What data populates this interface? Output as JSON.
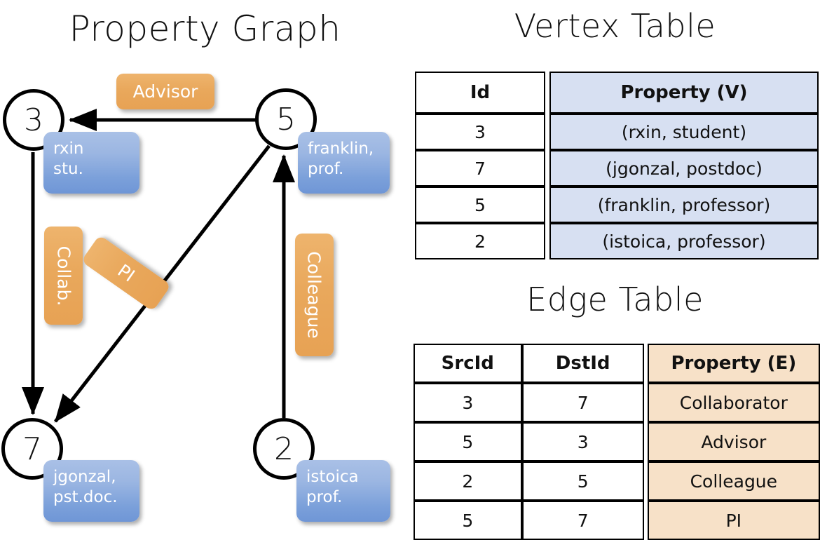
{
  "titles": {
    "graph": "Property Graph",
    "vertex_table": "Vertex Table",
    "edge_table": "Edge Table"
  },
  "graph": {
    "nodes": [
      {
        "id": "3",
        "property": "rxin\nstu.",
        "line1": "rxin",
        "line2": "stu."
      },
      {
        "id": "5",
        "property": "franklin,\nprof.",
        "line1": "franklin,",
        "line2": "prof."
      },
      {
        "id": "7",
        "property": "jgonzal,\npst.doc.",
        "line1": "jgonzal,",
        "line2": "pst.doc."
      },
      {
        "id": "2",
        "property": "istoica\nprof.",
        "line1": "istoica",
        "line2": "prof."
      }
    ],
    "edges": [
      {
        "label": "Advisor",
        "src": "5",
        "dst": "3",
        "orientation": "horizontal"
      },
      {
        "label": "Collab.",
        "src": "3",
        "dst": "7",
        "orientation": "vertical"
      },
      {
        "label": "PI",
        "src": "5",
        "dst": "7",
        "orientation": "diagonal"
      },
      {
        "label": "Colleague",
        "src": "2",
        "dst": "5",
        "orientation": "vertical"
      }
    ]
  },
  "vertex_table": {
    "headers": {
      "id": "Id",
      "property": "Property (V)"
    },
    "rows": [
      {
        "id": "3",
        "property": "(rxin, student)"
      },
      {
        "id": "7",
        "property": "(jgonzal, postdoc)"
      },
      {
        "id": "5",
        "property": "(franklin, professor)"
      },
      {
        "id": "2",
        "property": "(istoica, professor)"
      }
    ]
  },
  "edge_table": {
    "headers": {
      "src": "SrcId",
      "dst": "DstId",
      "property": "Property (E)"
    },
    "rows": [
      {
        "src": "3",
        "dst": "7",
        "property": "Collaborator"
      },
      {
        "src": "5",
        "dst": "3",
        "property": "Advisor"
      },
      {
        "src": "2",
        "dst": "5",
        "property": "Colleague"
      },
      {
        "src": "5",
        "dst": "7",
        "property": "PI"
      }
    ]
  },
  "colors": {
    "vertex_property_fill": "#d7e0f2",
    "edge_property_fill": "#f7e1c8",
    "node_property_box": "#7ba0da",
    "edge_label_box": "#e9a85c",
    "stroke": "#000000",
    "background": "#ffffff"
  }
}
